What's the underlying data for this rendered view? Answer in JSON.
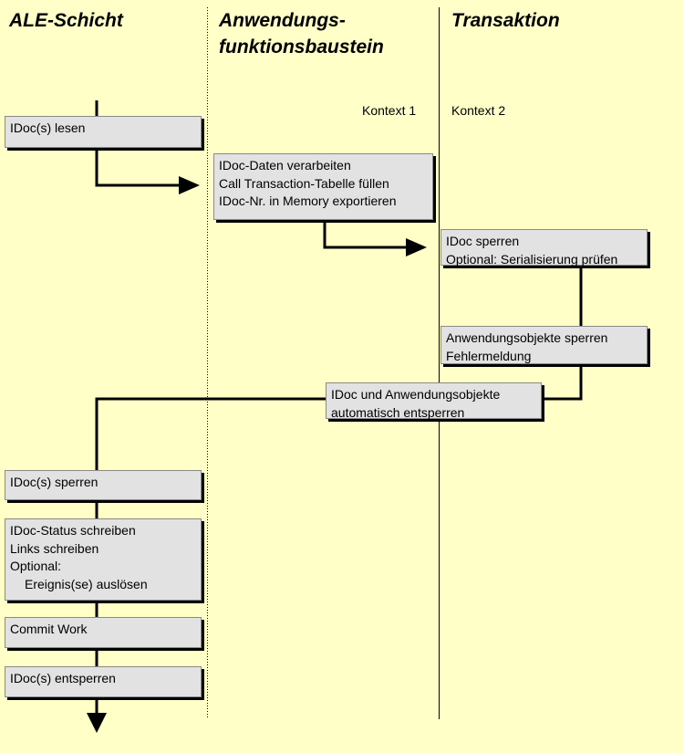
{
  "columns": {
    "ale": "ALE-Schicht",
    "function_module": [
      "Anwendungs-",
      "funktionsbaustein"
    ],
    "transaction": "Transaktion"
  },
  "contexts": {
    "context1": "Kontext 1",
    "context2": "Kontext 2"
  },
  "boxes": {
    "read_idocs": [
      "IDoc(s) lesen"
    ],
    "process": [
      "IDoc-Daten verarbeiten",
      "Call Transaction-Tabelle füllen",
      "IDoc-Nr. in Memory exportieren"
    ],
    "lock_idoc": [
      "IDoc sperren",
      "Optional: Serialisierung prüfen"
    ],
    "lock_objects": [
      "Anwendungsobjekte sperren",
      "Fehlermeldung"
    ],
    "auto_unlock": [
      "IDoc und Anwendungsobjekte",
      "automatisch entsperren"
    ],
    "lock_idocs": [
      "IDoc(s) sperren"
    ],
    "write_status": [
      "IDoc-Status schreiben",
      "Links schreiben",
      "Optional:",
      "Ereignis(se) auslösen"
    ],
    "commit": [
      "Commit Work"
    ],
    "unlock_idocs": [
      "IDoc(s) entsperren"
    ]
  }
}
